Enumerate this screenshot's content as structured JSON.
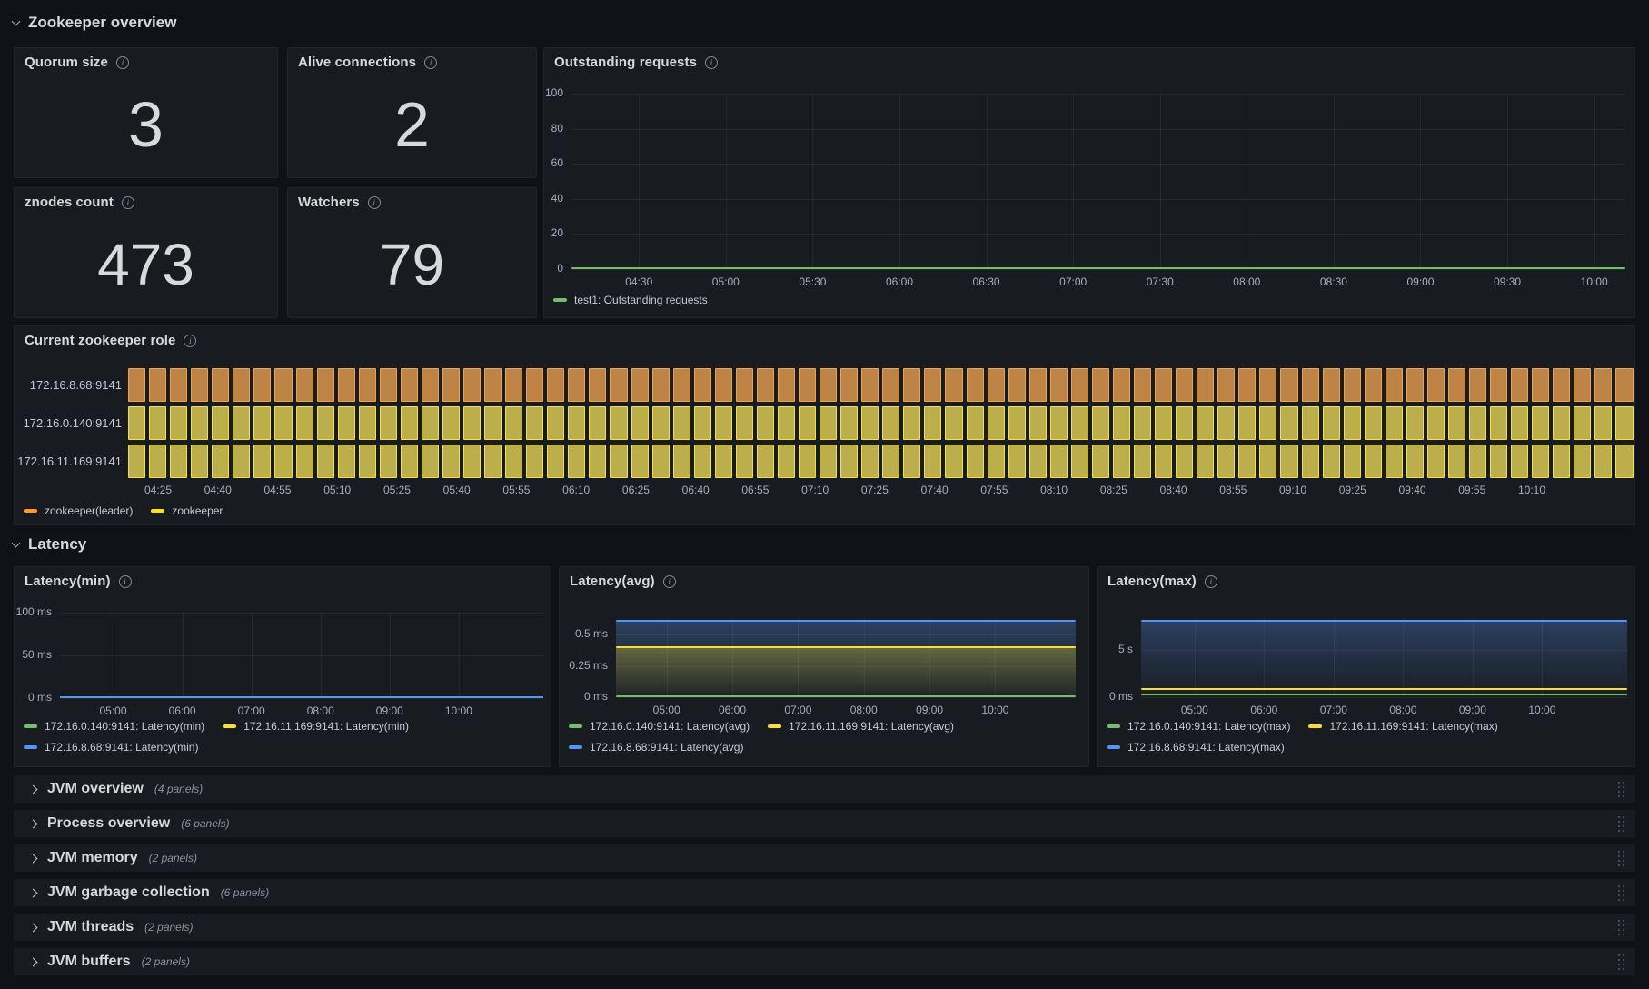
{
  "sections": {
    "overview": {
      "title": "Zookeeper overview"
    },
    "latency": {
      "title": "Latency"
    }
  },
  "stats": [
    {
      "title": "Quorum size",
      "value": "3"
    },
    {
      "title": "Alive connections",
      "value": "2"
    },
    {
      "title": "znodes count",
      "value": "473"
    },
    {
      "title": "Watchers",
      "value": "79"
    }
  ],
  "chart_data": [
    {
      "id": "outstanding_requests",
      "type": "line",
      "title": "Outstanding requests",
      "x_ticks": [
        "04:30",
        "05:00",
        "05:30",
        "06:00",
        "06:30",
        "07:00",
        "07:30",
        "08:00",
        "08:30",
        "09:00",
        "09:30",
        "10:00"
      ],
      "y_ticks": [
        "100",
        "80",
        "60",
        "40",
        "20",
        "0"
      ],
      "ylim": [
        0,
        100
      ],
      "grid": true,
      "legend_position": "bottom-left",
      "series": [
        {
          "name": "test1: Outstanding requests",
          "color": "#73BF69",
          "constant_value": 0
        }
      ]
    },
    {
      "id": "current_zookeeper_role",
      "type": "state-timeline",
      "title": "Current zookeeper role",
      "rows": [
        {
          "label": "172.16.8.68:9141",
          "state": "zookeeper(leader)",
          "fill": "#BE8445",
          "border": "#EDA24E"
        },
        {
          "label": "172.16.0.140:9141",
          "state": "zookeeper",
          "fill": "#BBAE4B",
          "border": "#F2E24A"
        },
        {
          "label": "172.16.11.169:9141",
          "state": "zookeeper",
          "fill": "#BBAE4B",
          "border": "#F2E24A"
        }
      ],
      "x_ticks": [
        "04:25",
        "04:40",
        "04:55",
        "05:10",
        "05:25",
        "05:40",
        "05:55",
        "06:10",
        "06:25",
        "06:40",
        "06:55",
        "07:10",
        "07:25",
        "07:40",
        "07:55",
        "08:10",
        "08:25",
        "08:40",
        "08:55",
        "09:10",
        "09:25",
        "09:40",
        "09:55",
        "10:10"
      ],
      "legend": [
        {
          "label": "zookeeper(leader)",
          "color": "#FF9830"
        },
        {
          "label": "zookeeper",
          "color": "#FADE2A"
        }
      ]
    },
    {
      "id": "latency_min",
      "type": "line",
      "title": "Latency(min)",
      "x_ticks": [
        "05:00",
        "06:00",
        "07:00",
        "08:00",
        "09:00",
        "10:00"
      ],
      "y_ticks": [
        "100 ms",
        "50 ms",
        "0 ms"
      ],
      "unit": "ms",
      "legend_position": "bottom-left",
      "series": [
        {
          "name": "172.16.0.140:9141: Latency(min)",
          "color": "#73BF69",
          "constant_value": 0
        },
        {
          "name": "172.16.11.169:9141: Latency(min)",
          "color": "#FADE2A",
          "constant_value": 0
        },
        {
          "name": "172.16.8.68:9141: Latency(min)",
          "color": "#5794F2",
          "constant_value": 0
        }
      ]
    },
    {
      "id": "latency_avg",
      "type": "area",
      "title": "Latency(avg)",
      "x_ticks": [
        "05:00",
        "06:00",
        "07:00",
        "08:00",
        "09:00",
        "10:00"
      ],
      "y_ticks": [
        "0.5 ms",
        "0.25 ms",
        "0 ms"
      ],
      "unit": "ms",
      "legend_position": "bottom-left",
      "series": [
        {
          "name": "172.16.0.140:9141: Latency(avg)",
          "color": "#73BF69",
          "constant_value": 0
        },
        {
          "name": "172.16.11.169:9141: Latency(avg)",
          "color": "#FADE2A",
          "constant_value": 0.4
        },
        {
          "name": "172.16.8.68:9141: Latency(avg)",
          "color": "#5794F2",
          "constant_value": 0.61
        }
      ]
    },
    {
      "id": "latency_max",
      "type": "area",
      "title": "Latency(max)",
      "x_ticks": [
        "05:00",
        "06:00",
        "07:00",
        "08:00",
        "09:00",
        "10:00"
      ],
      "y_ticks": [
        "5 s",
        "0 ms"
      ],
      "unit": "s",
      "legend_position": "bottom-left",
      "series": [
        {
          "name": "172.16.0.140:9141: Latency(max)",
          "color": "#73BF69",
          "constant_value": 0
        },
        {
          "name": "172.16.11.169:9141: Latency(max)",
          "color": "#FADE2A",
          "constant_value": 0.85
        },
        {
          "name": "172.16.8.68:9141: Latency(max)",
          "color": "#5794F2",
          "constant_value": 8
        }
      ]
    }
  ],
  "collapsed_rows": [
    {
      "title": "JVM overview",
      "count_label": "(4 panels)"
    },
    {
      "title": "Process overview",
      "count_label": "(6 panels)"
    },
    {
      "title": "JVM memory",
      "count_label": "(2 panels)"
    },
    {
      "title": "JVM garbage collection",
      "count_label": "(6 panels)"
    },
    {
      "title": "JVM threads",
      "count_label": "(2 panels)"
    },
    {
      "title": "JVM buffers",
      "count_label": "(2 panels)"
    }
  ],
  "colors": {
    "page_bg": "#111217",
    "panel_bg": "#181B1F",
    "green": "#73BF69",
    "yellow": "#FADE2A",
    "blue": "#5794F2",
    "orange": "#FF9830"
  }
}
